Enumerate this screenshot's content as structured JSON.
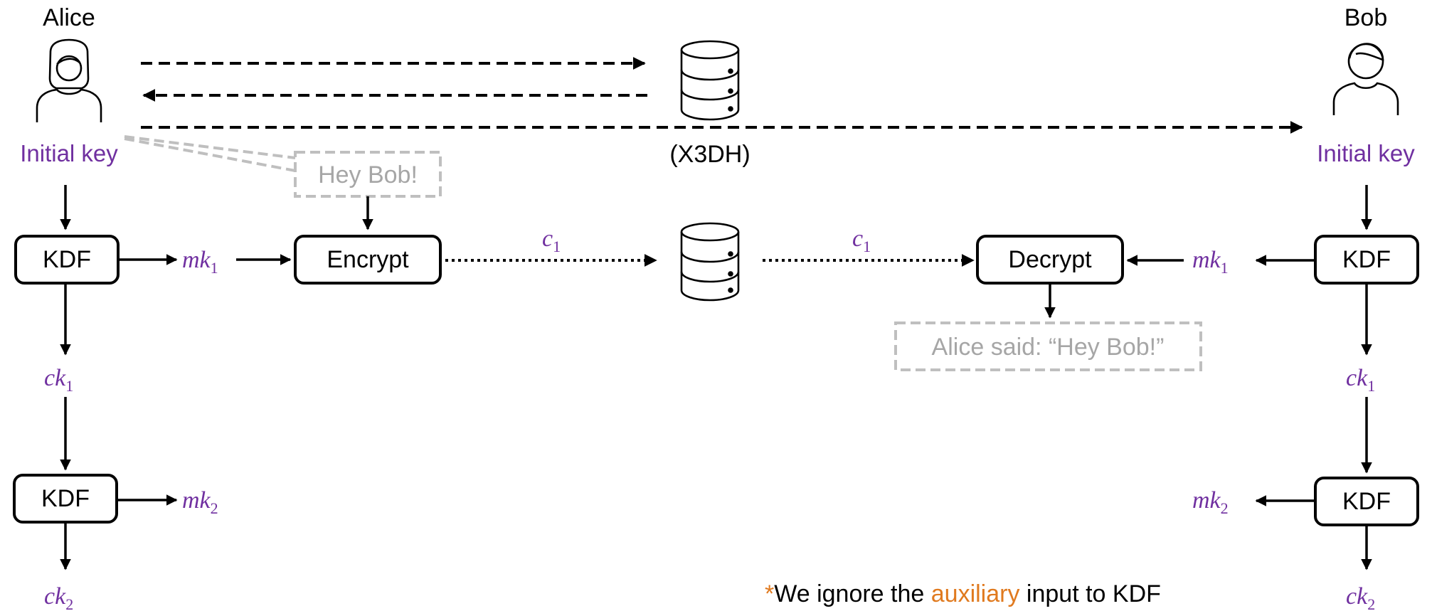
{
  "colors": {
    "key": "#7030a0",
    "line": "#000000",
    "ghost": "#bfbfbf",
    "ghost_text": "#a6a6a6",
    "accent": "#e07a1f"
  },
  "alice": {
    "name": "Alice",
    "initial_key": "Initial key",
    "icon": "user-female-icon"
  },
  "bob": {
    "name": "Bob",
    "initial_key": "Initial key",
    "icon": "user-male-icon"
  },
  "server": {
    "label": "(X3DH)",
    "icon": "database-icon"
  },
  "boxes": {
    "kdf": "KDF",
    "encrypt": "Encrypt",
    "decrypt": "Decrypt"
  },
  "messages": {
    "plaintext": "Hey Bob!",
    "received": "Alice said: “Hey Bob!”"
  },
  "vars": {
    "mk": "mk",
    "ck": "ck",
    "c": "c",
    "sub1": "1",
    "sub2": "2"
  },
  "footnote": {
    "star": "*",
    "before": "We ignore the ",
    "highlight": "auxiliary",
    "after": " input to KDF"
  }
}
